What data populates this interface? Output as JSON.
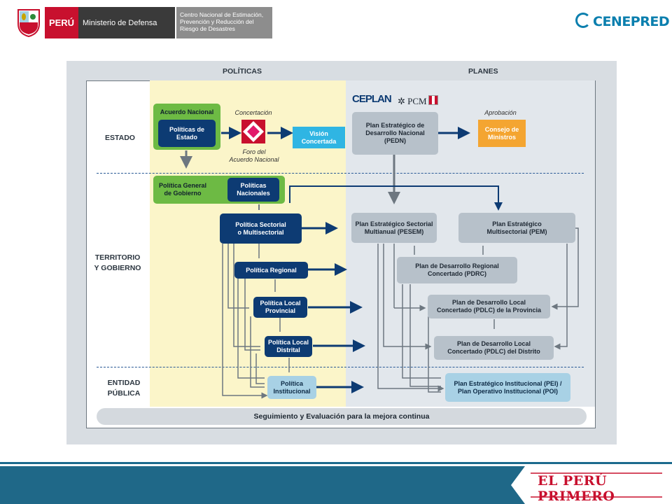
{
  "header": {
    "peru": "PERÚ",
    "ministry": "Ministerio de Defensa",
    "center": [
      "Centro Nacional de Estimación,",
      "Prevención y Reducción del",
      "Riesgo de Desastres"
    ],
    "logo": "CENEPRED"
  },
  "diagram": {
    "col_politicas": "POLÍTICAS",
    "col_planes": "PLANES",
    "rows": {
      "estado": "ESTADO",
      "territorio": [
        "TERRITORIO",
        "Y GOBIERNO"
      ],
      "entidad": [
        "ENTIDAD",
        "PÚBLICA"
      ]
    },
    "acuerdo": {
      "title": "Acuerdo Nacional",
      "inner": [
        "Políticas de",
        "Estado"
      ]
    },
    "concertacion": "Concertación",
    "foro": [
      "Foro del",
      "Acuerdo Nacional"
    ],
    "vision": [
      "Visión",
      "Concertada"
    ],
    "ceplan": "CEPLAN",
    "pcm": "PCM",
    "pedn": [
      "Plan Estratégico de",
      "Desarrollo Nacional",
      "(PEDN)"
    ],
    "aprobacion": "Aprobación",
    "consejo": [
      "Consejo de",
      "Ministros"
    ],
    "politica_general": [
      "Política General",
      "de Gobierno"
    ],
    "politicas_nacionales": [
      "Políticas",
      "Nacionales"
    ],
    "politica_sectorial": [
      "Política Sectorial",
      "o Multisectorial"
    ],
    "politica_regional": "Política Regional",
    "politica_local_prov": [
      "Política Local",
      "Provincial"
    ],
    "politica_local_dist": [
      "Política Local",
      "Distrital"
    ],
    "politica_institucional": [
      "Política",
      "Institucional"
    ],
    "pesem": [
      "Plan Estratégico Sectorial",
      "Multianual (PESEM)"
    ],
    "pem": [
      "Plan Estratégico",
      "Multisectorial (PEM)"
    ],
    "pdrc": [
      "Plan de Desarrollo Regional",
      "Concertado (PDRC)"
    ],
    "pdlc_prov": [
      "Plan de Desarrollo Local",
      "Concertado (PDLC) de la Provincia"
    ],
    "pdlc_dist": [
      "Plan de Desarrollo Local",
      "Concertado (PDLC) del Distrito"
    ],
    "pei": [
      "Plan Estratégico Institucional (PEI) /",
      "Plan Operativo Institucional (POI)"
    ],
    "seguimiento": "Seguimiento y Evaluación para la mejora continua"
  },
  "footer": {
    "brand": "EL PERÚ PRIMERO"
  },
  "colors": {
    "navy": "#0d3b73",
    "green": "#6dba44",
    "orange": "#f4a531",
    "cyan": "#2fb5e3",
    "red": "#c8102e"
  }
}
